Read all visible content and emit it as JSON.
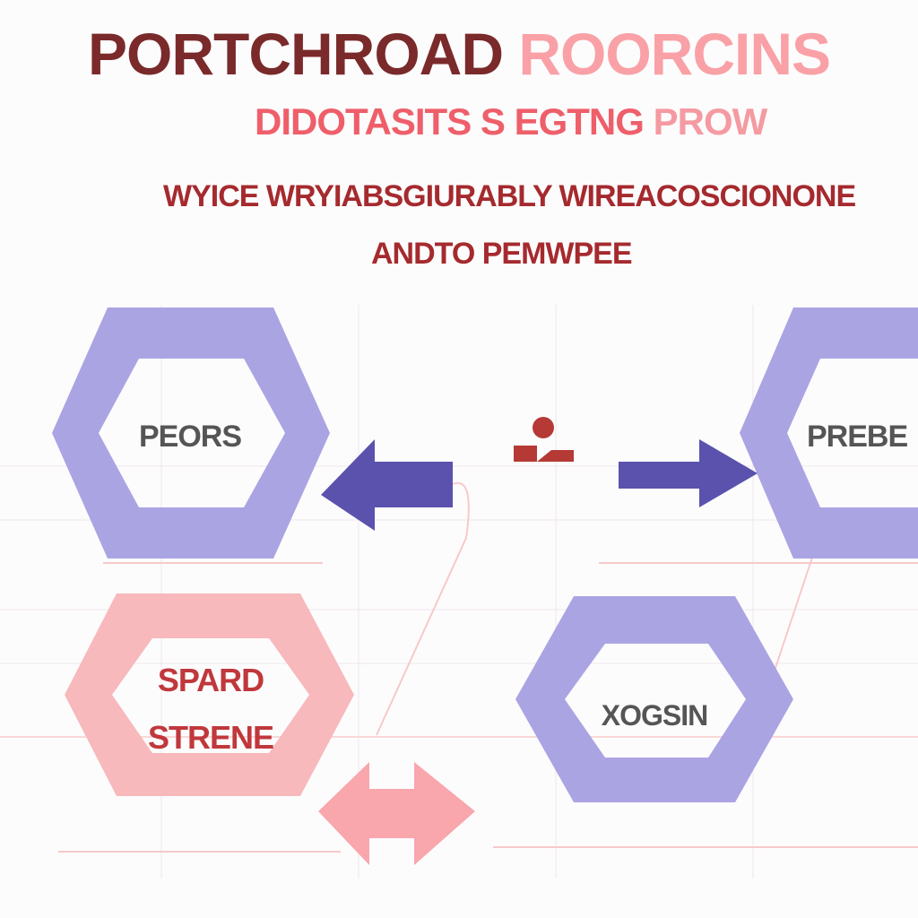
{
  "header": {
    "title_part1": "PORTCHROAD",
    "title_part2": "ROORCINS",
    "subtitle_part1": "DIDOTASITS S EGTNG",
    "subtitle_part2": "PROW",
    "line1": "WYICE WRYIABSGIURABLY WIREACOSCIONONE",
    "line2": "ANDTO PEMWPEE"
  },
  "nodes": {
    "top_left": {
      "label": "PEORS"
    },
    "top_right": {
      "label": "PREBE"
    },
    "bottom_left": {
      "label_line1": "SPARD",
      "label_line2": "STRENE"
    },
    "bottom_right": {
      "label": "XOGSIN"
    }
  },
  "colors": {
    "purple": "#aba4e3",
    "arrow_blue": "#5a52ad",
    "pink": "#f8b3b6",
    "dark_red": "#a52a2e"
  }
}
